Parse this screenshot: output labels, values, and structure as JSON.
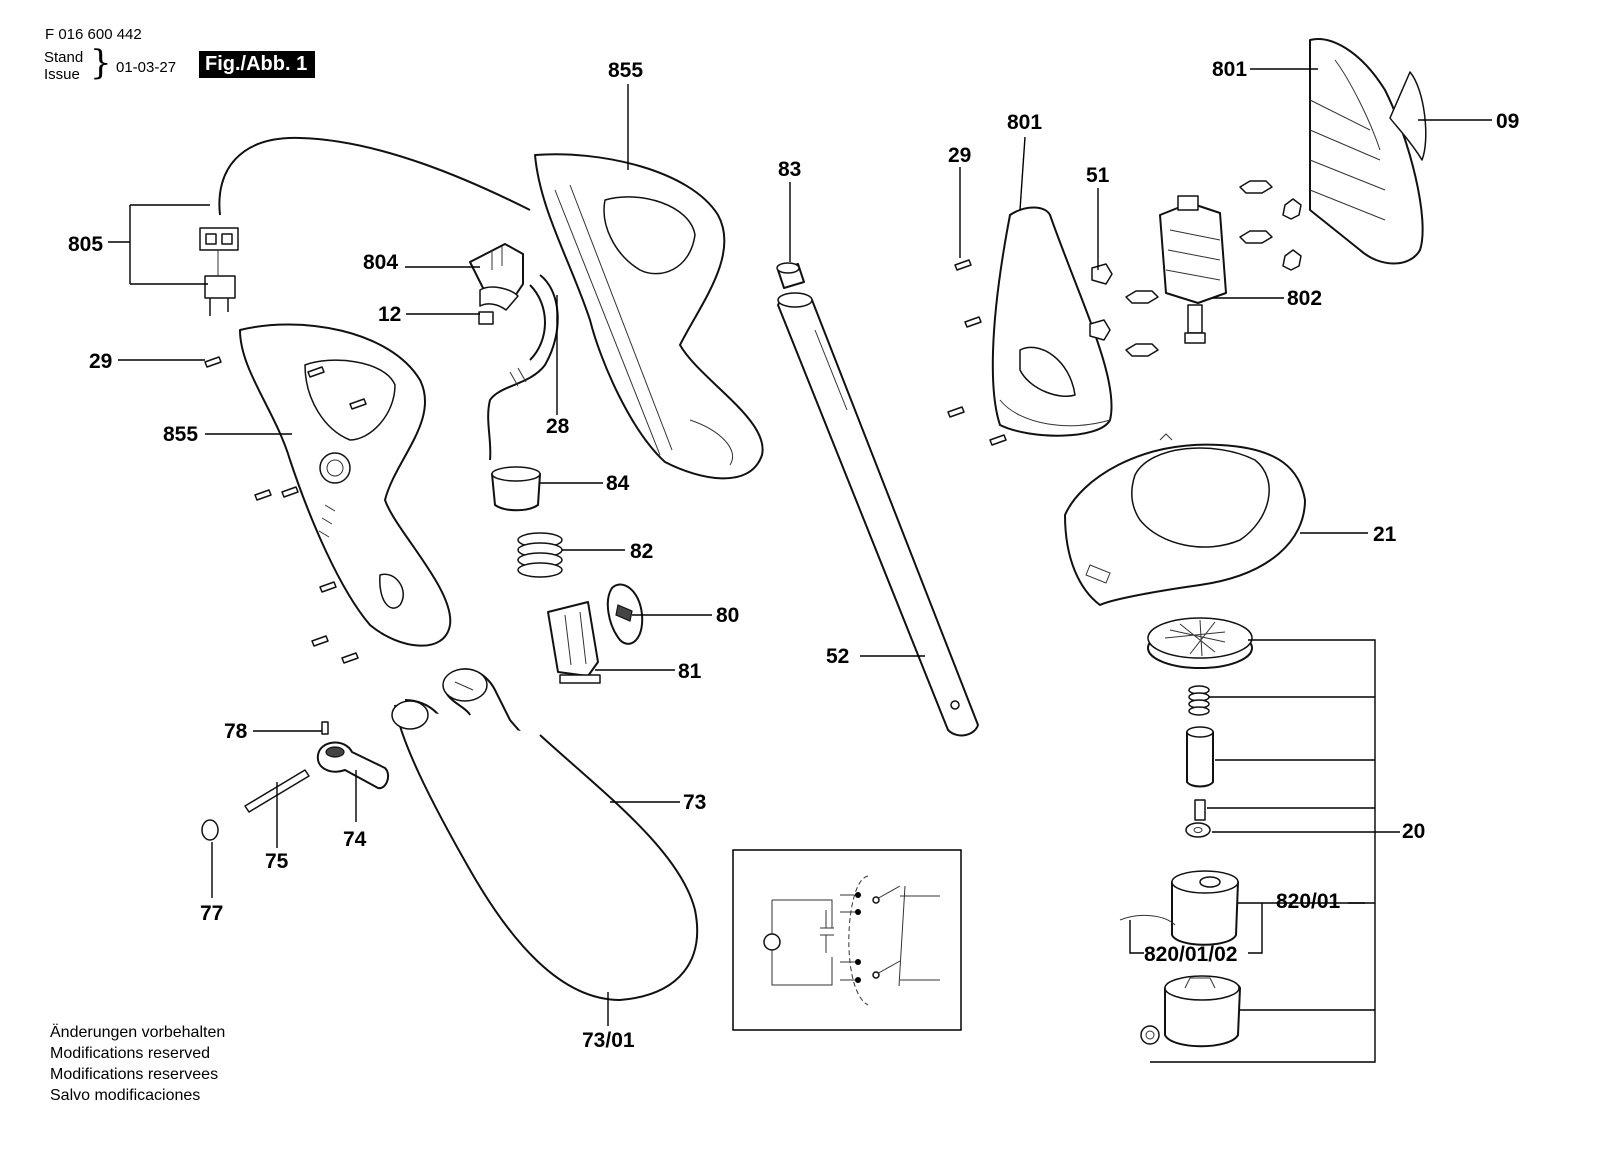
{
  "header": {
    "doc_number": "F 016 600 442",
    "stand_label": "Stand",
    "issue_label": "Issue",
    "issue_date": "01-03-27",
    "figure_badge": "Fig./Abb. 1"
  },
  "footer_notes": [
    "Änderungen vorbehalten",
    "Modifications reserved",
    "Modifications reservees",
    "Salvo modificaciones"
  ],
  "part_labels": [
    "855",
    "801",
    "09",
    "805",
    "804",
    "12",
    "29",
    "855",
    "28",
    "83",
    "29",
    "801",
    "51",
    "802",
    "84",
    "82",
    "80",
    "81",
    "52",
    "21",
    "78",
    "74",
    "75",
    "77",
    "73",
    "73/01",
    "20",
    "820/01",
    "820/01/02"
  ],
  "icons": {
    "brace": "right-curly-brace",
    "wiring": "switch-wiring-schematic"
  },
  "colors": {
    "line": "#000000",
    "badge_bg": "#000000",
    "badge_text": "#ffffff",
    "background": "#ffffff"
  }
}
